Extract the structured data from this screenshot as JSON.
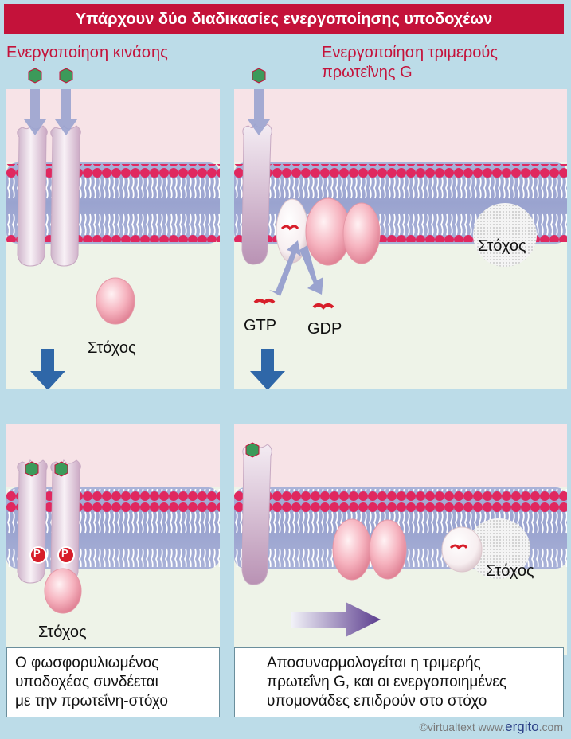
{
  "title": "Υπάρχουν δύο διαδικασίες ενεργοποίησης υποδοχέων",
  "left_heading": "Ενεργοποίηση κινάσης",
  "right_heading_line1": "Ενεργοποίηση τριμερούς",
  "right_heading_line2": "πρωτεΐνης G",
  "target_label": "Στόχος",
  "gtp_label": "GTP",
  "gdp_label": "GDP",
  "phospho_label": "P",
  "left_caption": [
    "Ο φωσφορυλιωμένος",
    "υποδοχέας συνδέεται",
    "με την πρωτεΐνη-στόχο"
  ],
  "right_caption": [
    "Αποσυναρμολογείται η τριμερής",
    "πρωτεΐνη G, και οι ενεργοποιημένες",
    "υπομονάδες επιδρούν στο στόχο"
  ],
  "credit_prefix": "©virtualtext  www.",
  "credit_brand": "ergito",
  "credit_suffix": ".com",
  "colors": {
    "title_bg": "#c4123a",
    "heading": "#c4123a",
    "arrow_down": "#2f67a8",
    "ligand": "#3c9a5a",
    "phospho": "#d71e2a"
  }
}
